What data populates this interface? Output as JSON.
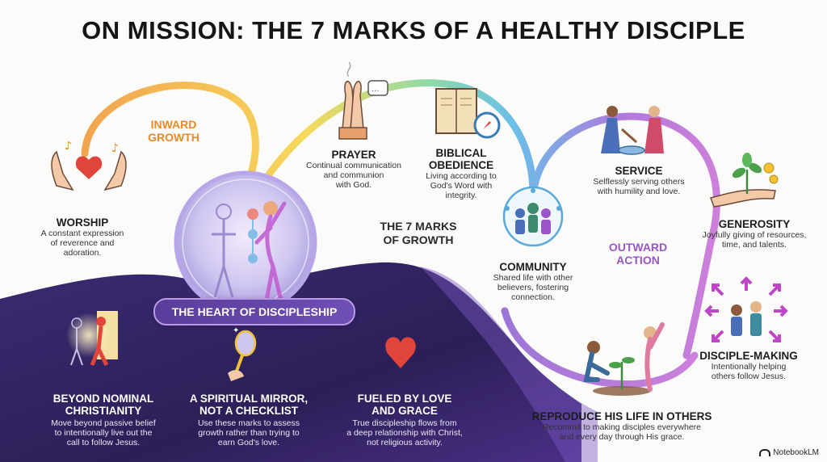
{
  "title": "ON MISSION: THE 7 MARKS OF A HEALTHY DISCIPLE",
  "labels": {
    "inward": "INWARD\nGROWTH",
    "outward": "OUTWARD\nACTION",
    "seven_marks": "THE 7 MARKS\nOF GROWTH",
    "heart": "THE HEART OF DISCIPLESHIP"
  },
  "marks": {
    "worship": {
      "title": "WORSHIP",
      "desc": "A constant expression\nof reverence and\nadoration."
    },
    "prayer": {
      "title": "PRAYER",
      "desc": "Continual communication\nand communion\nwith God."
    },
    "obedience": {
      "title": "BIBLICAL\nOBEDIENCE",
      "desc": "Living according to\nGod's Word with\nintegrity."
    },
    "community": {
      "title": "COMMUNITY",
      "desc": "Shared life with other\nbelievers, fostering\nconnection."
    },
    "service": {
      "title": "SERVICE",
      "desc": "Selflessly serving others\nwith humility and love."
    },
    "generosity": {
      "title": "GENEROSITY",
      "desc": "Joyfully giving of resources,\ntime, and talents."
    },
    "disciple_making": {
      "title": "DISCIPLE-MAKING",
      "desc": "Intentionally helping\nothers follow Jesus."
    }
  },
  "reproduce": {
    "title": "REPRODUCE HIS LIFE IN OTHERS",
    "desc": "Recommit to making disciples everywhere\nand every day through His grace."
  },
  "heart_points": [
    {
      "title": "BEYOND NOMINAL\nCHRISTIANITY",
      "desc": "Move beyond passive belief\nto intentionally live out the\ncall to follow Jesus."
    },
    {
      "title": "A SPIRITUAL MIRROR,\nNOT A CHECKLIST",
      "desc": "Use these marks to assess\ngrowth rather than trying to\nearn God's love."
    },
    {
      "title": "FUELED BY LOVE\nAND GRACE",
      "desc": "True discipleship flows from\na deep relationship with Christ,\nnot religious activity."
    }
  ],
  "brand": "NotebookLM",
  "colors": {
    "inward": "#e88a2a",
    "outward": "#9a55c8",
    "heart_bg": "#3a2a6e",
    "accent_red": "#e0443a"
  }
}
